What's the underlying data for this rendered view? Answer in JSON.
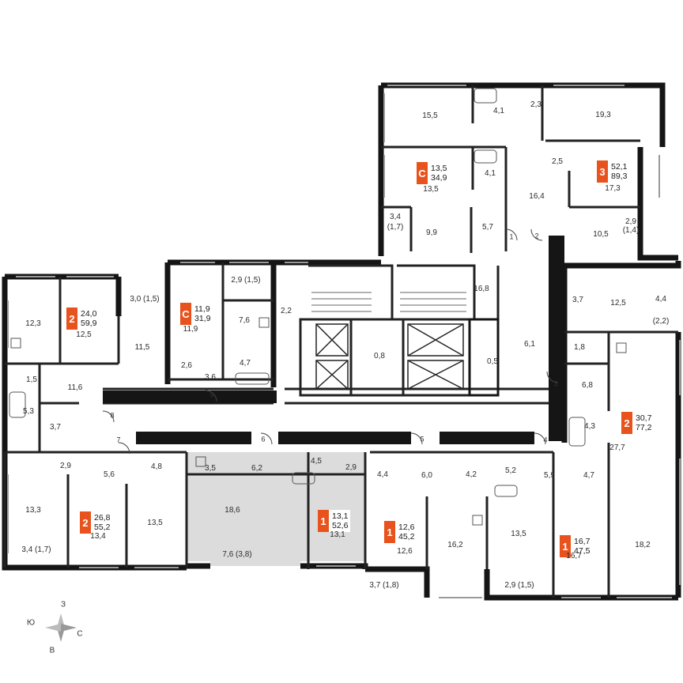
{
  "units": [
    {
      "rooms": "С",
      "living": "13,5",
      "total": "34,9"
    },
    {
      "rooms": "3",
      "living": "52,1",
      "total": "89,3"
    },
    {
      "rooms": "2",
      "living": "24,0",
      "total": "59,9"
    },
    {
      "rooms": "С",
      "living": "11,9",
      "total": "31,9"
    },
    {
      "rooms": "2",
      "living": "30,7",
      "total": "77,2"
    },
    {
      "rooms": "2",
      "living": "26,8",
      "total": "55,2"
    },
    {
      "rooms": "1",
      "living": "13,1",
      "total": "52,6"
    },
    {
      "rooms": "1",
      "living": "12,6",
      "total": "45,2"
    },
    {
      "rooms": "1",
      "living": "16,7",
      "total": "47,5"
    }
  ],
  "room_areas": [
    "15,5",
    "4,1",
    "2,3",
    "19,3",
    "13,5",
    "4,1",
    "2,5",
    "17,3",
    "16,4",
    "3,4",
    "(1,7)",
    "9,9",
    "5,7",
    "10,5",
    "2,9",
    "(1,4)",
    "2,9 (1,5)",
    "3,0 (1,5)",
    "12,3",
    "12,5",
    "11,5",
    "11,9",
    "7,6",
    "2,2",
    "16,8",
    "3,7",
    "12,5",
    "4,4",
    "(2,2)",
    "1,8",
    "6,1",
    "0,8",
    "0,5",
    "1,5",
    "11,6",
    "2,6",
    "3,6",
    "4,7",
    "6,8",
    "5,3",
    "3,7",
    "4,3",
    "27,7",
    "2,9",
    "5,6",
    "4,8",
    "3,5",
    "6,2",
    "4,5",
    "2,9",
    "4,4",
    "6,0",
    "4,2",
    "5,2",
    "5,9",
    "4,7",
    "13,3",
    "13,4",
    "13,5",
    "18,6",
    "13,1",
    "12,6",
    "16,2",
    "13,5",
    "16,7",
    "18,2",
    "3,4 (1,7)",
    "7,6 (3,8)",
    "3,7 (1,8)",
    "2,9 (1,5)"
  ],
  "door_numbers": [
    "1",
    "2",
    "3",
    "4",
    "5",
    "6",
    "7",
    "8",
    "9"
  ],
  "compass": {
    "north": "З",
    "east": "С",
    "south": "В",
    "west": "Ю"
  },
  "colors": {
    "wall": "#151515",
    "accent": "#e8521d",
    "highlight": "#dcdcdc"
  }
}
